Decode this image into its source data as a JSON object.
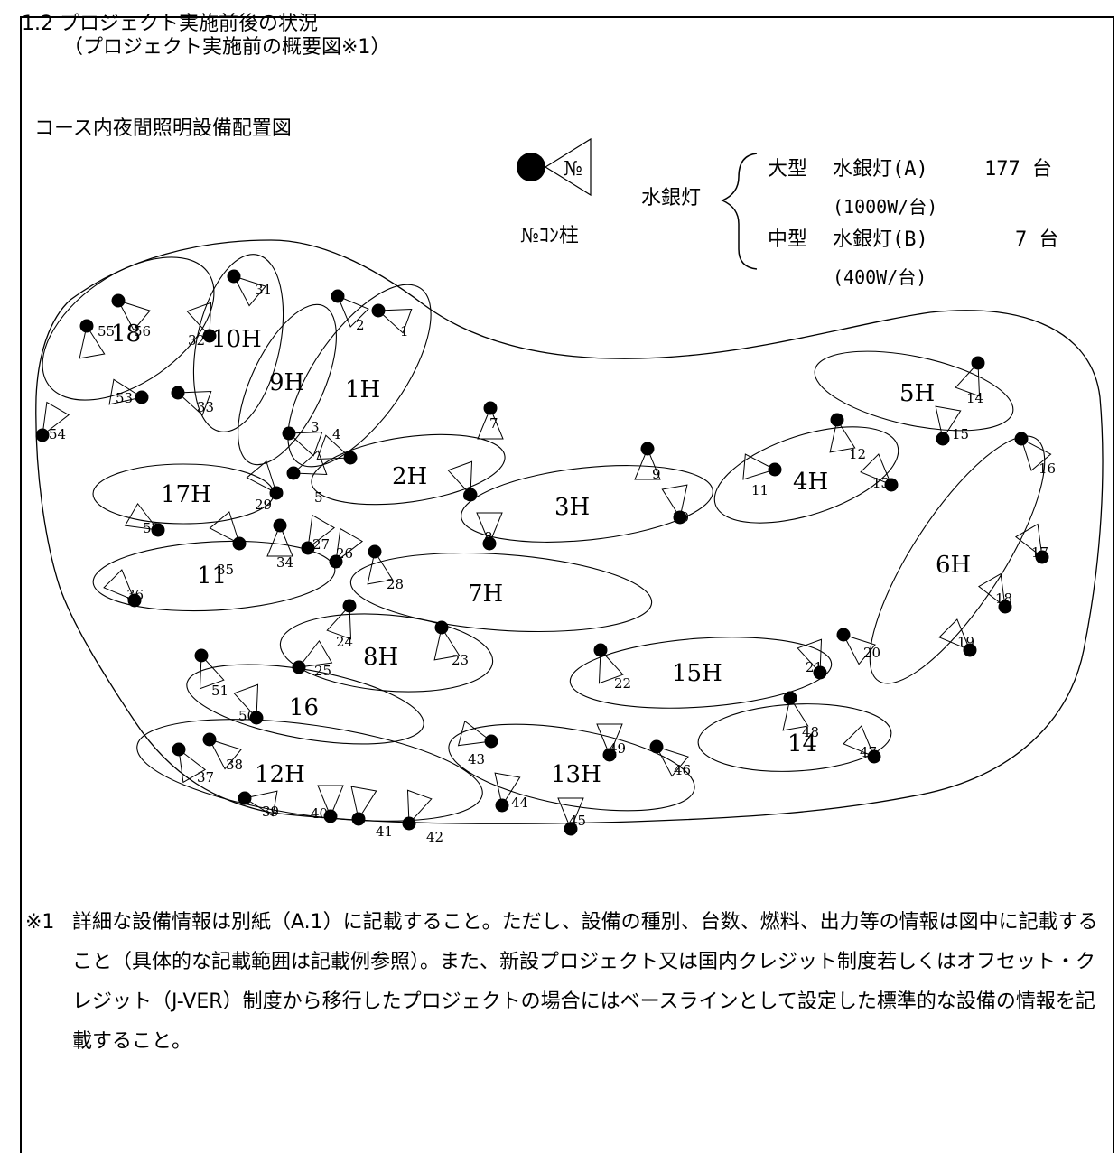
{
  "page": {
    "top_cut_title": "1.2 プロジェクト実施前後の状況",
    "subtitle": "（プロジェクト実施前の概要図※1）",
    "heading": "コース内夜間照明設備配置図"
  },
  "legend": {
    "symbol_label": "№",
    "pole_label": "№ｺﾝ柱",
    "group_label": "水銀灯",
    "rows": [
      {
        "size": "大型",
        "type": "水銀灯(A)",
        "count": "177 台",
        "power": "(1000W/台)"
      },
      {
        "size": "中型",
        "type": "水銀灯(B)",
        "count": "7 台",
        "power": "(400W/台)"
      }
    ]
  },
  "diagram": {
    "holes": [
      "1H",
      "2H",
      "3H",
      "4H",
      "5H",
      "6H",
      "7H",
      "8H",
      "9H",
      "10H",
      "11",
      "12H",
      "13H",
      "14",
      "15H",
      "16",
      "17H",
      "18"
    ],
    "pole_numbers": [
      "1",
      "2",
      "3",
      "4",
      "5",
      "6",
      "7",
      "8",
      "9",
      "10",
      "11",
      "12",
      "13",
      "14",
      "15",
      "16",
      "17",
      "18",
      "19",
      "20",
      "21",
      "22",
      "23",
      "24",
      "25",
      "26",
      "27",
      "28",
      "29",
      "31",
      "32",
      "33",
      "34",
      "35",
      "36",
      "37",
      "38",
      "39",
      "40",
      "41",
      "42",
      "43",
      "44",
      "45",
      "46",
      "47",
      "48",
      "49",
      "50",
      "51",
      "52",
      "53",
      "54",
      "55",
      "56"
    ]
  },
  "footnote": {
    "mark": "※1",
    "text": "詳細な設備情報は別紙（A.1）に記載すること。ただし、設備の種別、台数、燃料、出力等の情報は図中に記載すること（具体的な記載範囲は記載例参照）。また、新設プロジェクト又は国内クレジット制度若しくはオフセット・クレジット（J-VER）制度から移行したプロジェクトの場合にはベースラインとして設定した標準的な設備の情報を記載すること。"
  }
}
